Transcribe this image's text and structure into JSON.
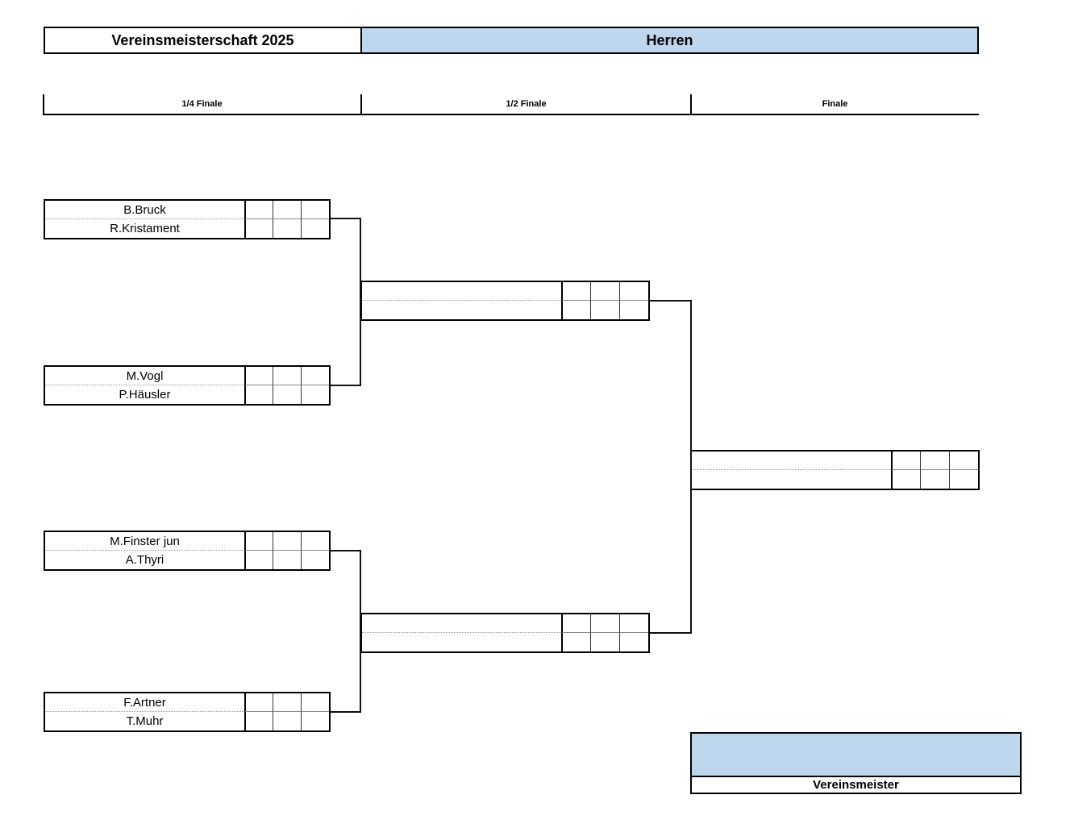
{
  "header": {
    "title": "Vereinsmeisterschaft 2025",
    "category": "Herren"
  },
  "rounds": [
    {
      "label": "1/4 Finale"
    },
    {
      "label": "1/2 Finale"
    },
    {
      "label": "Finale"
    }
  ],
  "bracket": {
    "quarterfinals": [
      {
        "players": [
          "B.Bruck",
          "R.Kristament"
        ],
        "scores": [
          [
            "",
            "",
            ""
          ],
          [
            "",
            "",
            ""
          ]
        ]
      },
      {
        "players": [
          "M.Vogl",
          "P.Häusler"
        ],
        "scores": [
          [
            "",
            "",
            ""
          ],
          [
            "",
            "",
            ""
          ]
        ]
      },
      {
        "players": [
          "M.Finster jun",
          "A.Thyri"
        ],
        "scores": [
          [
            "",
            "",
            ""
          ],
          [
            "",
            "",
            ""
          ]
        ]
      },
      {
        "players": [
          "F.Artner",
          "T.Muhr"
        ],
        "scores": [
          [
            "",
            "",
            ""
          ],
          [
            "",
            "",
            ""
          ]
        ]
      }
    ],
    "semifinals": [
      {
        "players": [
          "",
          ""
        ],
        "scores": [
          [
            "",
            "",
            ""
          ],
          [
            "",
            "",
            ""
          ]
        ]
      },
      {
        "players": [
          "",
          ""
        ],
        "scores": [
          [
            "",
            "",
            ""
          ],
          [
            "",
            "",
            ""
          ]
        ]
      }
    ],
    "final": {
      "players": [
        "",
        ""
      ],
      "scores": [
        [
          "",
          "",
          ""
        ],
        [
          "",
          "",
          ""
        ]
      ]
    },
    "champion": {
      "name": "",
      "label": "Vereinsmeister"
    }
  },
  "colors": {
    "accent_blue": "#BDD7EE",
    "border": "#000000",
    "background": "#FFFFFF"
  }
}
